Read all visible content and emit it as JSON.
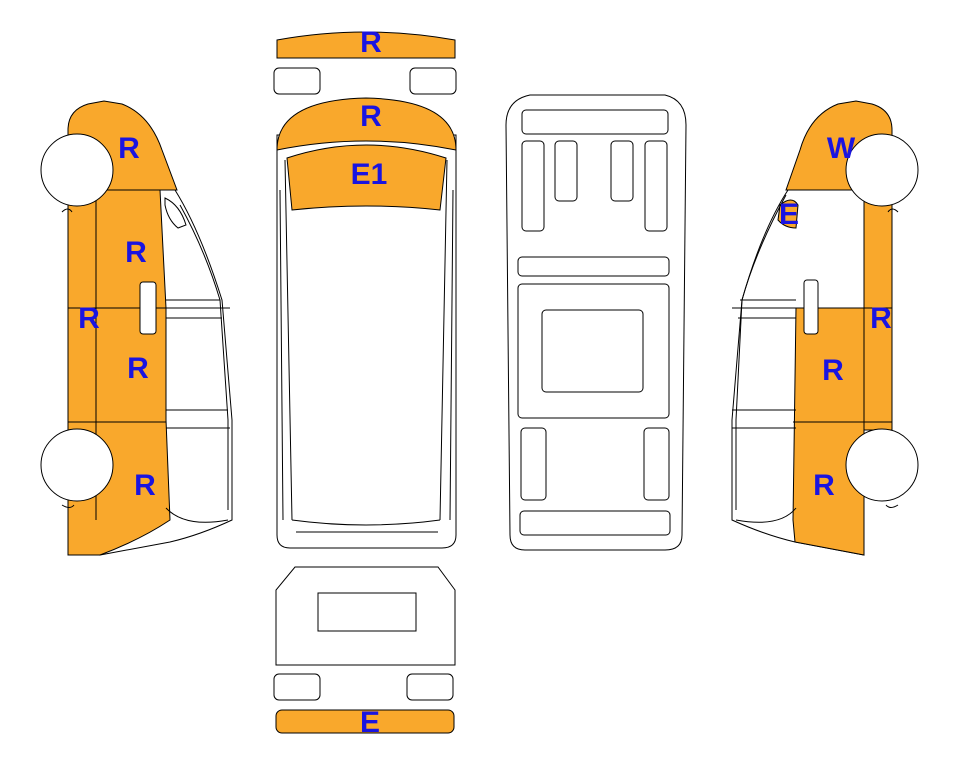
{
  "colors": {
    "damage_fill": "#F9A82C",
    "label": "#1A14E0",
    "outline": "#000000",
    "background": "#FFFFFF"
  },
  "labels": {
    "front_bumper": "R",
    "hood": "R",
    "windshield": "E1",
    "rear_bumper": "E",
    "left_front_fender": "R",
    "left_front_door": "R",
    "left_rocker": "R",
    "left_middle_panel": "R",
    "left_rear_panel": "R",
    "right_front_fender": "W",
    "right_mirror": "E",
    "right_rocker": "R",
    "right_middle_panel": "R",
    "right_rear_panel": "R"
  }
}
